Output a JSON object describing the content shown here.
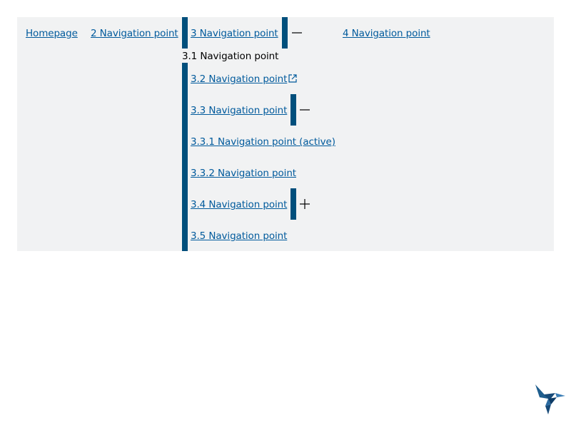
{
  "nav": {
    "top_items": [
      {
        "label": "Homepage"
      },
      {
        "label": "2 Navigation point"
      },
      {
        "label": "3 Navigation point",
        "toggle": "collapse"
      },
      {
        "label": "4 Navigation point"
      }
    ],
    "sub_heading": "3.1 Navigation point",
    "sub_items": [
      {
        "label": "3.2 Navigation point",
        "external": true
      },
      {
        "label": "3.3 Navigation point",
        "toggle": "collapse"
      },
      {
        "label": "3.3.1 Navigation point (active)"
      },
      {
        "label": "3.3.2 Navigation point"
      },
      {
        "label": "3.4 Navigation point",
        "toggle": "expand"
      },
      {
        "label": "3.5 Navigation point"
      }
    ]
  },
  "colors": {
    "link": "#005a9c",
    "accent_bar": "#004f7c",
    "nav_background": "#f1f2f3"
  },
  "icons": {
    "collapse": "minus-icon",
    "expand": "plus-icon",
    "external": "external-link-icon",
    "logo": "hummingbird-logo"
  }
}
